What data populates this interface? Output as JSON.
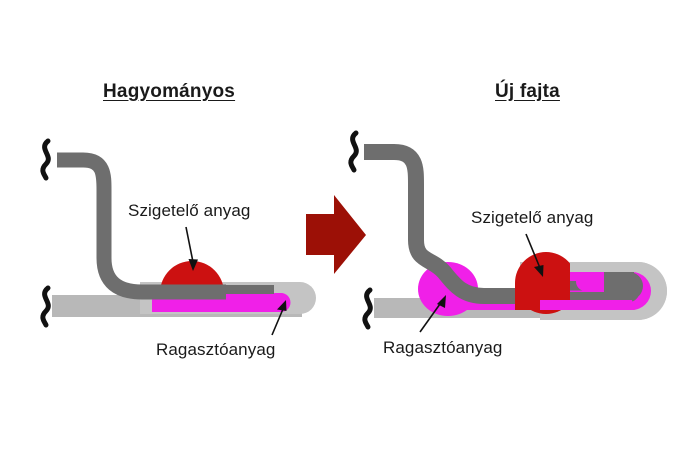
{
  "figure": {
    "background_color": "#ffffff",
    "panels": [
      {
        "id": "traditional",
        "title": "Hagyományos",
        "labels": {
          "insulation": "Szigetelő anyag",
          "adhesive": "Ragasztóanyag"
        }
      },
      {
        "id": "new_type",
        "title": "Új fajta",
        "labels": {
          "insulation": "Szigetelő anyag",
          "adhesive": "Ragasztóanyag"
        }
      }
    ],
    "transition_arrow": {
      "name": "right-arrow",
      "color": "#9c1006",
      "direction": "right"
    },
    "colors": {
      "substrate_gray": "#b8b8b8",
      "jacket_gray": "#c4c4c4",
      "core_dark_gray": "#6e6e6e",
      "adhesive_magenta": "#f020e8",
      "insulation_red": "#cc1111",
      "arrow_dark_red": "#9c1006",
      "break_mark_black": "#111111",
      "text_black": "#1a1a1a"
    },
    "break_marks": {
      "name": "cut-break-squiggle",
      "count": 4
    }
  }
}
